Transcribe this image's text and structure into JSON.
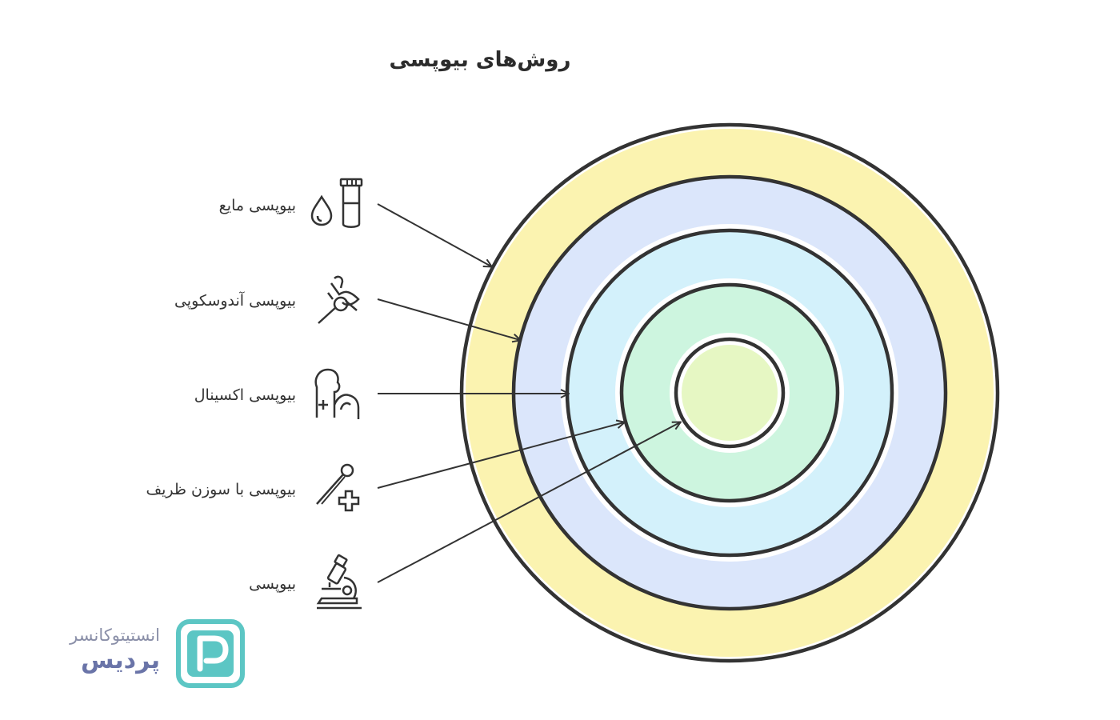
{
  "title": "روش‌های بیوپسی",
  "items": [
    {
      "label": "بیوپسی مایع",
      "icon": "test-tube-drop-icon"
    },
    {
      "label": "بیوپسی آندوسکوپی",
      "icon": "endoscope-icon"
    },
    {
      "label": "بیوپسی اکسینال",
      "icon": "lymph-node-icon"
    },
    {
      "label": "بیوپسی با سوزن ظریف",
      "icon": "needle-plus-icon"
    },
    {
      "label": "بیوپسی",
      "icon": "microscope-icon"
    }
  ],
  "rings": {
    "colors": [
      "#fbf3b0",
      "#dbe6fb",
      "#d3f1fb",
      "#cdf5df",
      "#e6f7c3"
    ],
    "stroke": "#333333"
  },
  "logo": {
    "line1": "انستیتوکانسر",
    "line2": "پردیس",
    "colors": {
      "mark": "#5cc6c4",
      "text": "#6a74a8"
    }
  }
}
